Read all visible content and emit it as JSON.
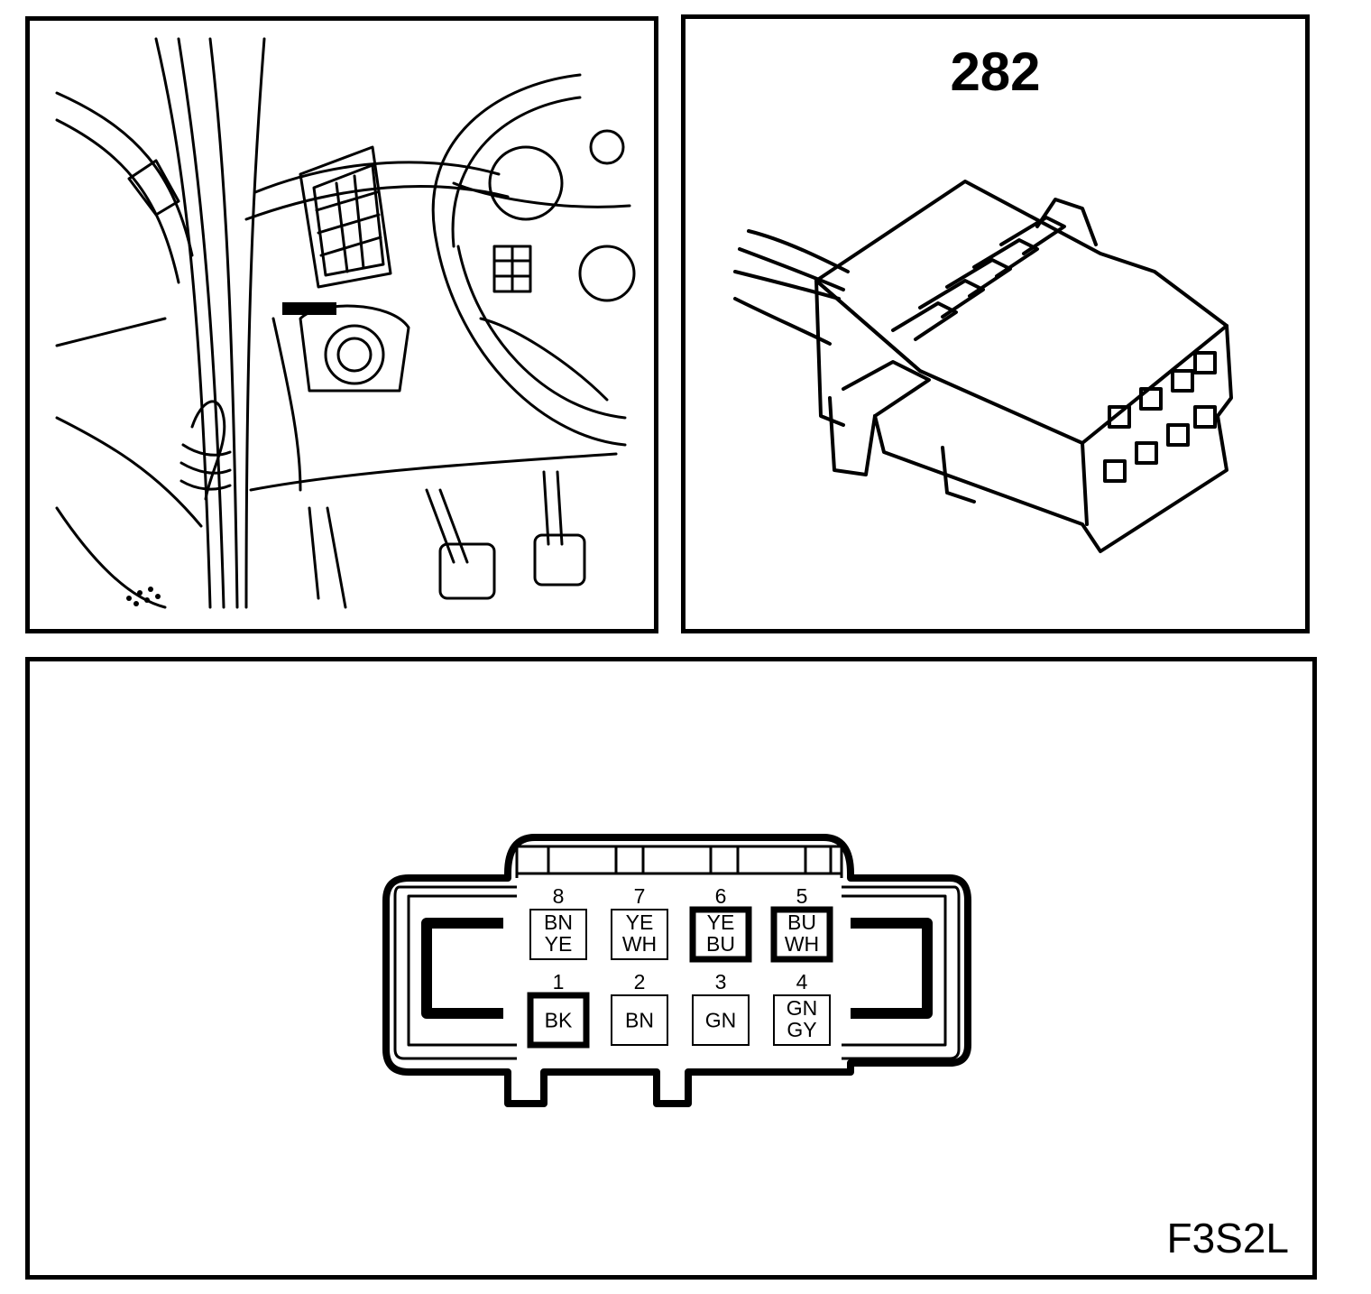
{
  "connector_number": "282",
  "figure_code": "F3S2L",
  "pins": [
    {
      "number": "1",
      "lines": [
        "BK"
      ],
      "emphasized": true
    },
    {
      "number": "2",
      "lines": [
        "BN"
      ],
      "emphasized": false
    },
    {
      "number": "3",
      "lines": [
        "GN"
      ],
      "emphasized": false
    },
    {
      "number": "4",
      "lines": [
        "GN",
        "GY"
      ],
      "emphasized": false
    },
    {
      "number": "5",
      "lines": [
        "BU",
        "WH"
      ],
      "emphasized": true
    },
    {
      "number": "6",
      "lines": [
        "YE",
        "BU"
      ],
      "emphasized": true
    },
    {
      "number": "7",
      "lines": [
        "YE",
        "WH"
      ],
      "emphasized": false
    },
    {
      "number": "8",
      "lines": [
        "BN",
        "YE"
      ],
      "emphasized": false
    }
  ]
}
